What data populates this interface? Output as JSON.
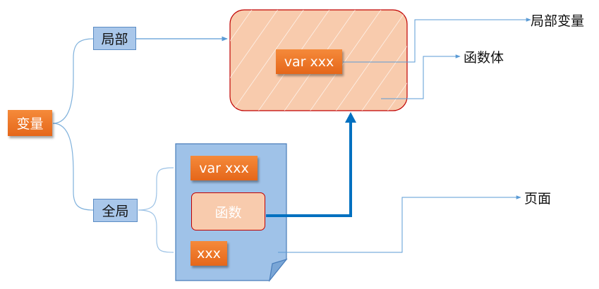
{
  "nodes": {
    "root": "变量",
    "local": "局部",
    "global": "全局",
    "func_var": "var  xxx",
    "global_var": "var  xxx",
    "func": "函数",
    "xxx": "xxx",
    "local_var_label": "局部变量",
    "func_body_label": "函数体",
    "page_label": "页面"
  },
  "colors": {
    "orange": "#ed7d31",
    "light_orange": "#f8cbad",
    "light_blue": "#a9c7ea",
    "connector": "#5b9bd5",
    "arrow": "#0070c0",
    "border_red": "#c00000"
  }
}
